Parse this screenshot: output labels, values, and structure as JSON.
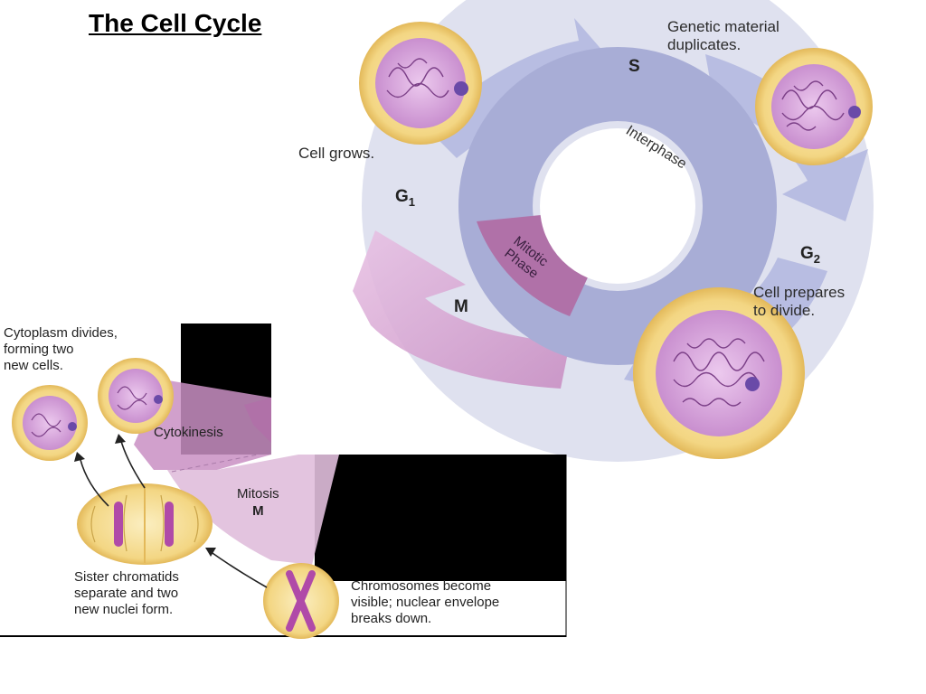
{
  "title": "The Cell Cycle",
  "cycle": {
    "s_label": "S",
    "g1_label": "G",
    "g1_sub": "1",
    "g2_label": "G",
    "g2_sub": "2",
    "m_label": "M",
    "interphase": "Interphase",
    "mitotic_phase": "Mitotic\nPhase",
    "genetic": "Genetic material\nduplicates.",
    "grows": "Cell grows.",
    "prepares": "Cell prepares\nto divide."
  },
  "inset": {
    "cytoplasm": "Cytoplasm divides,\nforming two\nnew cells.",
    "cytokinesis": "Cytokinesis",
    "mitosis": "Mitosis",
    "mitosis_m": "M",
    "sister": "Sister chromatids\nseparate and two\nnew nuclei form.",
    "chromosomes": "Chromosomes become\nvisible; nuclear envelope\nbreaks down."
  },
  "colors": {
    "cell_membrane": "#f0d27a",
    "nucleus": "#d6a6da",
    "interphase_ring": "#a8add6",
    "outer_disc": "#dfe1ef",
    "mitotic_ring": "#b071a8",
    "mitosis_arrow": "#d9b0d6",
    "arrow_blue": "#b4b9e0"
  }
}
